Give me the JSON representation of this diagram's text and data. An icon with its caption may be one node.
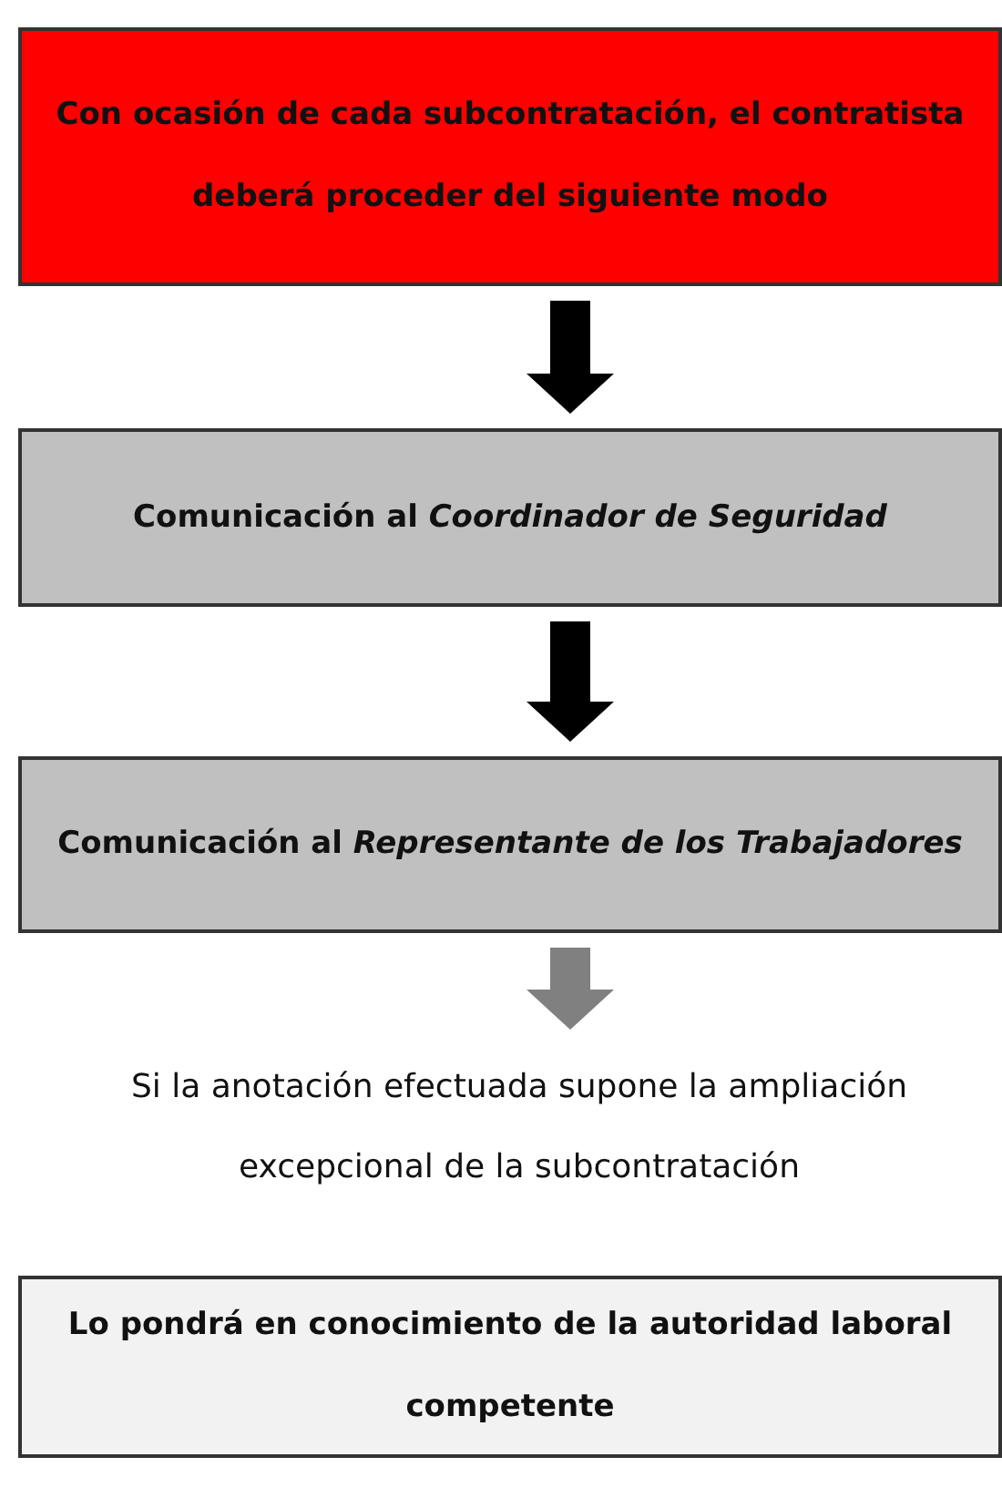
{
  "diagram": {
    "nodes": [
      {
        "text": [
          "Con ocasión de cada subcontratación, el contratista deberá proceder del siguiente modo"
        ]
      },
      {
        "text": [
          "Comunicación al *Coordinador de Seguridad*"
        ]
      },
      {
        "text": [
          "Comunicación al *Representante de los Trabajadores*"
        ]
      },
      {
        "text": [
          "Si la anotación efectuada supone la ampliación excepcional de la subcontratación"
        ]
      },
      {
        "text": [
          "Lo pondrá en conocimiento de la autoridad laboral competente"
        ]
      }
    ],
    "edges": [
      {
        "from": 0,
        "to": 1,
        "arrow": "to"
      },
      {
        "from": 1,
        "to": 2,
        "arrow": "to"
      },
      {
        "from": 2,
        "to": 3,
        "arrow": "to",
        "color": "#808080"
      }
    ]
  }
}
